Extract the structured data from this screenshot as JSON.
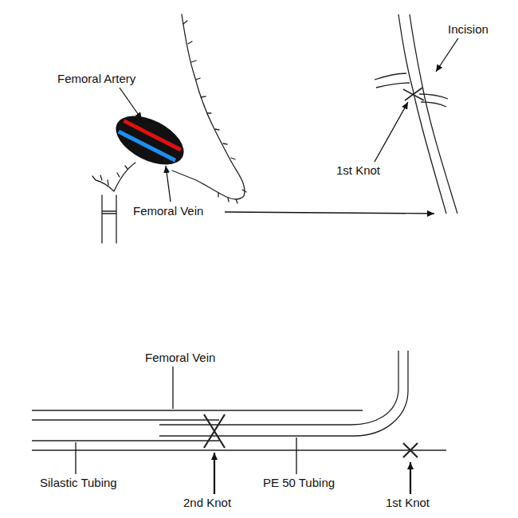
{
  "diagram": {
    "labels": [
      "Femoral Artery",
      "Incision",
      "1st Knot",
      "Femoral Vein",
      "Femoral Vein",
      "Silastic Tubing",
      "PE 50 Tubing",
      "2nd Knot",
      "1st Knot"
    ]
  }
}
